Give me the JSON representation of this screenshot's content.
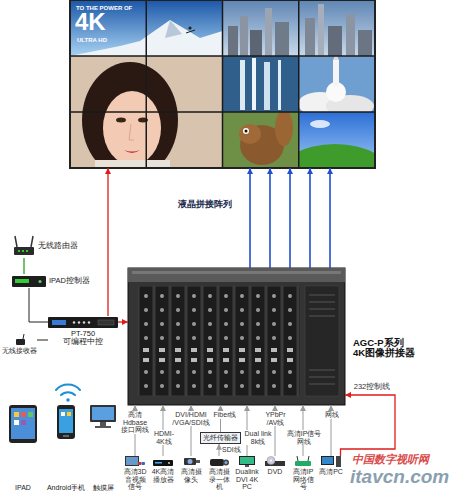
{
  "diagram": {
    "nodes": [
      {
        "text": [
          "液晶拼接阵列"
        ]
      },
      {
        "text": [
          "无线路由器"
        ]
      },
      {
        "text": [
          "AGC-P系列 4K图像拼接器"
        ]
      },
      {
        "text": [
          "IPAD控制器"
        ]
      },
      {
        "text": [
          "PT-750 可编程中控"
        ]
      },
      {
        "text": [
          "无线接收器"
        ]
      },
      {
        "text": [
          "IPAD"
        ]
      },
      {
        "text": [
          "Android手机"
        ]
      },
      {
        "text": [
          "触摸屏"
        ]
      },
      {
        "text": [
          "光纤传输器"
        ]
      },
      {
        "text": [
          "高清3D音视频信号"
        ]
      },
      {
        "text": [
          "4K高清播放器"
        ]
      },
      {
        "text": [
          "高清摄像头"
        ]
      },
      {
        "text": [
          "高清摄录一体机"
        ]
      },
      {
        "text": [
          "Dualink DVI 4K PC"
        ]
      },
      {
        "text": [
          "DVD"
        ]
      },
      {
        "text": [
          "高清IP网络信号"
        ]
      },
      {
        "text": [
          "高清PC"
        ]
      }
    ],
    "edges": [
      {
        "from": 2,
        "to": 0,
        "arrow": "to"
      },
      {
        "from": 2,
        "to": 0,
        "arrow": "to"
      },
      {
        "from": 2,
        "to": 0,
        "arrow": "to"
      },
      {
        "from": 2,
        "to": 0,
        "arrow": "to"
      },
      {
        "from": 2,
        "to": 0,
        "arrow": "to"
      },
      {
        "from": 1,
        "to": 3,
        "arrow": "none"
      },
      {
        "from": 3,
        "to": 4,
        "arrow": "none"
      },
      {
        "from": 5,
        "to": 4,
        "arrow": "none"
      },
      {
        "from": 4,
        "to": 0,
        "arrow": "to"
      },
      {
        "from": 4,
        "to": 2,
        "arrow": "to"
      },
      {
        "from": 10,
        "to": 2,
        "label": "高清 Hdbase 接口网线",
        "arrow": "to"
      },
      {
        "from": 11,
        "to": 2,
        "label": "HDMI-4K线",
        "arrow": "to"
      },
      {
        "from": 12,
        "to": 2,
        "label": "DVI/HDMI /VGA/SDI线",
        "arrow": "to"
      },
      {
        "from": 13,
        "to": 9,
        "label": "SDI线",
        "arrow": "to"
      },
      {
        "from": 9,
        "to": 2,
        "label": "Fiber线",
        "arrow": "to"
      },
      {
        "from": 14,
        "to": 2,
        "label": "Dual link 8k线",
        "arrow": "to"
      },
      {
        "from": 15,
        "to": 2,
        "label": "YPbPr /AV线",
        "arrow": "to"
      },
      {
        "from": 16,
        "to": 2,
        "label": "高清IP信号 网线",
        "arrow": "to"
      },
      {
        "from": 17,
        "to": 2,
        "label": "网线",
        "arrow": "to"
      },
      {
        "from": 17,
        "to": 2,
        "label": "232控制线",
        "arrow": "to"
      }
    ],
    "labels": [
      "TO THE POWER OF",
      "4K",
      "ULTRA HD",
      "中国数字视听网",
      "itavcn.com"
    ]
  }
}
